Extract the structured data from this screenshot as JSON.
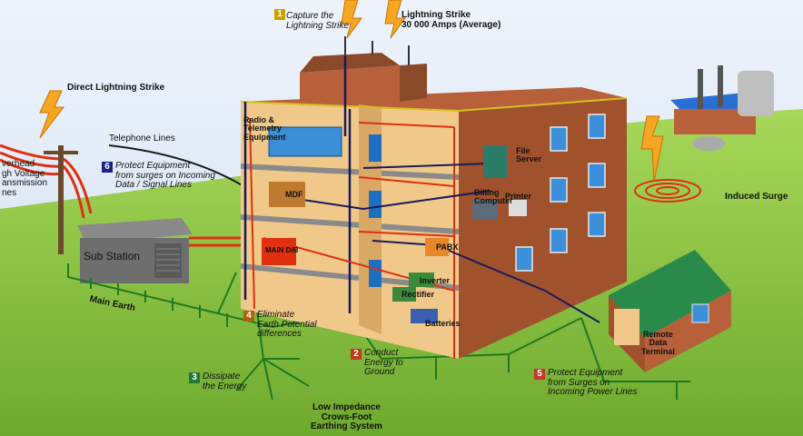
{
  "colors": {
    "sky": "#dfe9f5",
    "grass": "#8cc63f",
    "building_wall": "#a0522d",
    "room_interior": "#f0c98a",
    "earth_wire": "#1f7a1f",
    "power_line": "#e03010",
    "data_line": "#1a1a5a",
    "lightning": "#f5a623"
  },
  "labels": {
    "capture": "Capture the Lightning Strike",
    "capture_l1": "Capture the",
    "capture_l2": "Lightning Strike",
    "lightning_strike_l1": "Lightning Strike",
    "lightning_strike_l2": "30 000 Amps (Average)",
    "direct_strike": "Direct Lightning Strike",
    "telephone_lines": "Telephone Lines",
    "overhead_l1": "verhead",
    "overhead_l2": "gh Voltage",
    "overhead_l3": "ansmission",
    "overhead_l4": "nes",
    "sub_station": "Sub Station",
    "main_earth": "Main Earth",
    "radio_l1": "Radio &",
    "radio_l2": "Telemetry",
    "radio_l3": "Equipment",
    "mdf": "MDF",
    "main_db": "MAIN D/B",
    "file_server_l1": "File",
    "file_server_l2": "Server",
    "billing_l1": "Billing",
    "billing_l2": "Computer",
    "printer": "Printer",
    "pabx": "PABX",
    "inverter": "Inverter",
    "rectifier": "Rectifier",
    "batteries": "Batteries",
    "induced_surge": "Induced Surge",
    "remote_l1": "Remote",
    "remote_l2": "Data",
    "remote_l3": "Terminal",
    "low_impedance_l1": "Low Impedance",
    "low_impedance_l2": "Crows-Foot",
    "low_impedance_l3": "Earthing System"
  },
  "steps": [
    {
      "number": "1",
      "lines": [
        "Capture the",
        "Lightning Strike"
      ],
      "color": "#c8a000"
    },
    {
      "number": "2",
      "lines": [
        "Conduct",
        "Energy to",
        "Ground"
      ],
      "color": "#c0391b"
    },
    {
      "number": "3",
      "lines": [
        "Dissipate",
        "the Energy"
      ],
      "color": "#1f7a3a"
    },
    {
      "number": "4",
      "lines": [
        "Eliminate",
        "Earth Potential",
        "differences"
      ],
      "color": "#b06010"
    },
    {
      "number": "5",
      "lines": [
        "Protect Equipment",
        "from Surges on",
        "Incoming Power Lines"
      ],
      "color": "#c0392b"
    },
    {
      "number": "6",
      "lines": [
        "Protect Equipment",
        "from surges on Incoming",
        "Data / Signal Lines"
      ],
      "color": "#1a237e"
    }
  ]
}
